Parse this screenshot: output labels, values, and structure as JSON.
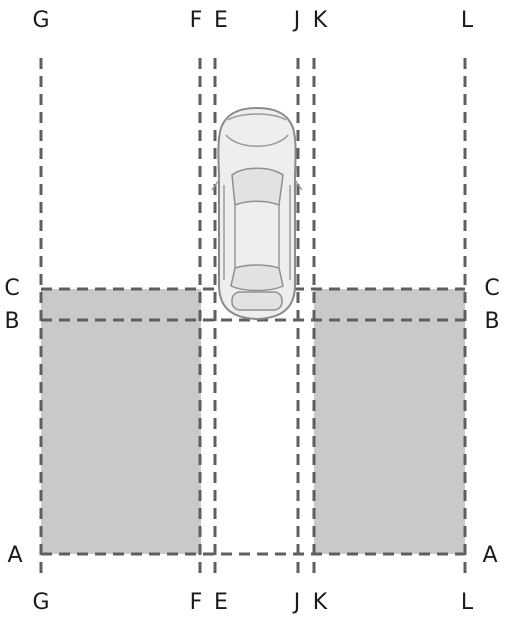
{
  "lines": {
    "vertical": [
      "G",
      "F",
      "E",
      "J",
      "K",
      "L"
    ],
    "horizontal": [
      "C",
      "B",
      "A"
    ]
  },
  "icons": {
    "car": "car-top-view-icon"
  },
  "colors": {
    "zone_fill": "#c9c9c9",
    "dash_line": "#5f5f5f",
    "label": "#1a1a1a"
  }
}
